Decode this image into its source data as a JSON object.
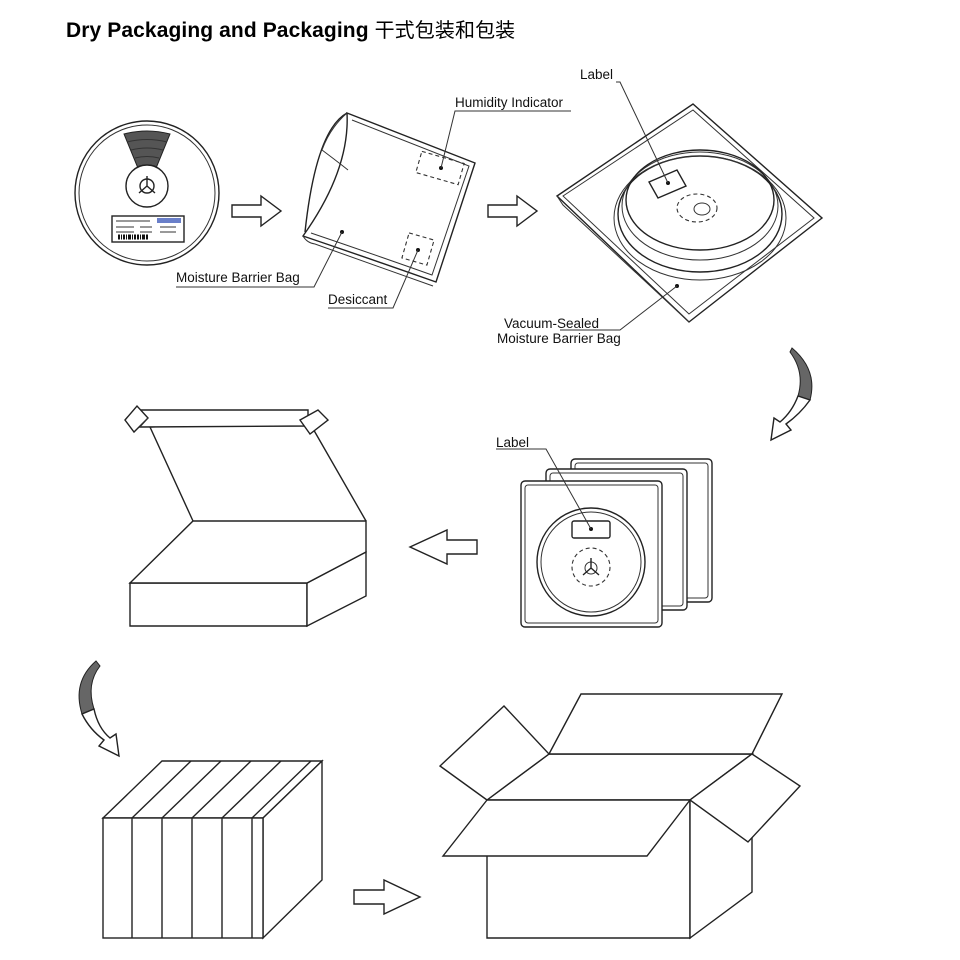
{
  "title": {
    "english": "Dry Packaging and Packaging",
    "chinese": "干式包装和包装"
  },
  "labels": {
    "humidity_indicator": "Humidity Indicator",
    "moisture_barrier_bag": "Moisture Barrier Bag",
    "desiccant": "Desiccant",
    "label_top": "Label",
    "vacuum_sealed_line1": "Vacuum-Sealed",
    "vacuum_sealed_line2": "Moisture Barrier Bag",
    "label_middle": "Label"
  }
}
